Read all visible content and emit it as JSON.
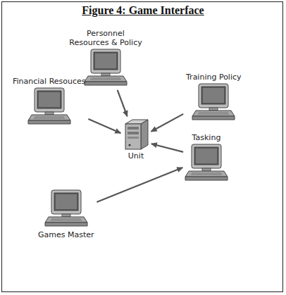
{
  "diagram": {
    "title": "Figure 4: Game Interface",
    "nodes": [
      {
        "text": [
          "Personnel Resources & Policy"
        ]
      },
      {
        "text": [
          "Training Policy"
        ]
      },
      {
        "text": [
          "Financial Resouces"
        ]
      },
      {
        "text": [
          "Unit"
        ]
      },
      {
        "text": [
          "Tasking"
        ]
      },
      {
        "text": [
          "Games Master"
        ]
      }
    ],
    "edges": [
      {
        "from": 0,
        "to": 3,
        "arrow": "to"
      },
      {
        "from": 1,
        "to": 3,
        "arrow": "to"
      },
      {
        "from": 2,
        "to": 3,
        "arrow": "to"
      },
      {
        "from": 4,
        "to": 3,
        "arrow": "to"
      },
      {
        "from": 5,
        "to": 4,
        "arrow": "to"
      }
    ]
  }
}
